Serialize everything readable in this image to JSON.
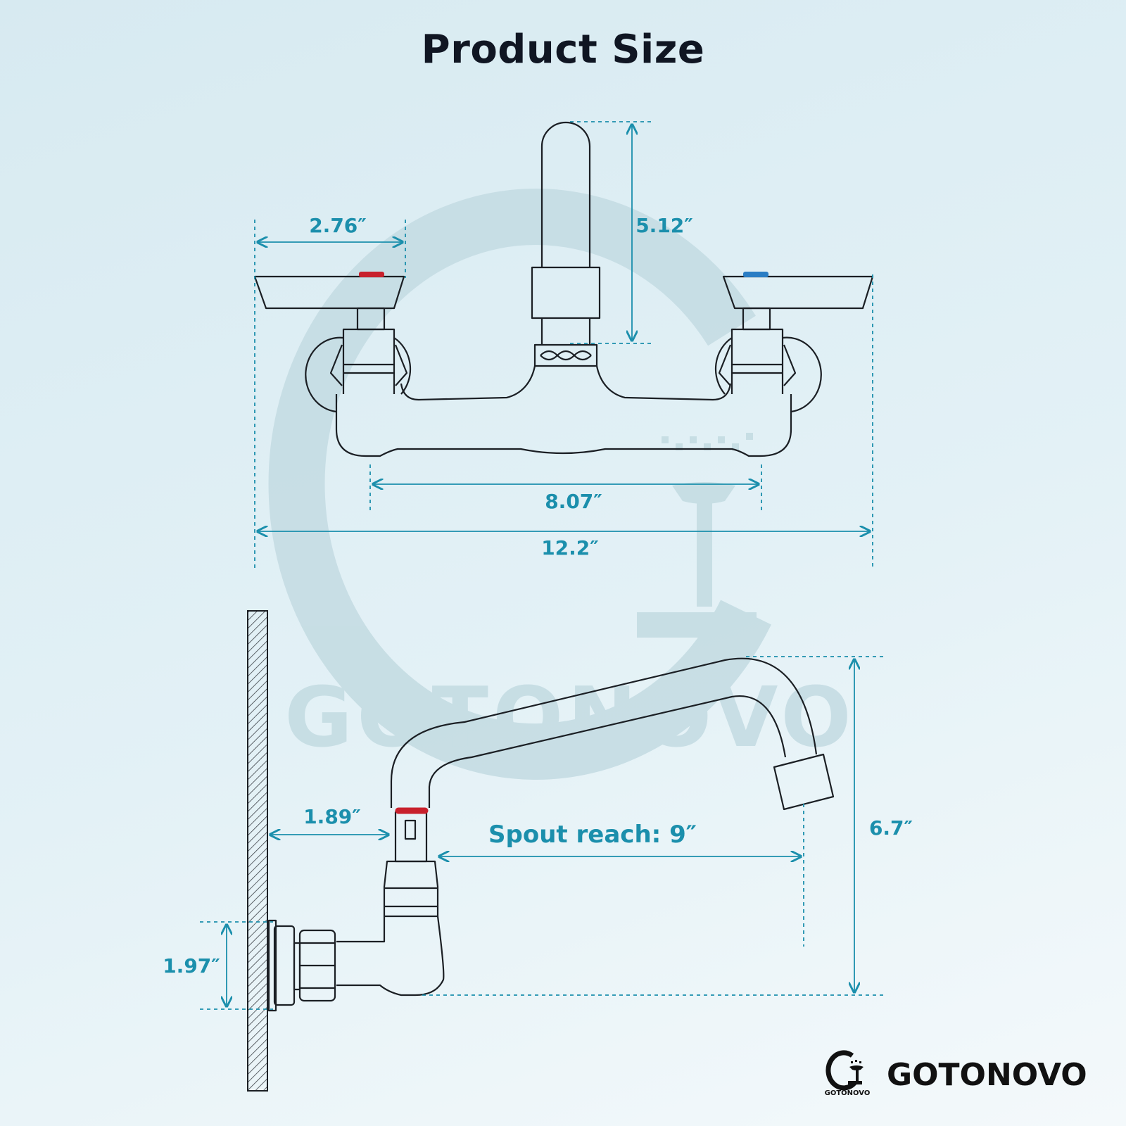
{
  "title": "Product Size",
  "colors": {
    "dimension": "#1b8fac",
    "outline": "#1b1f24",
    "hot": "#c8202c",
    "cold": "#2a7dc4",
    "watermark": "#c3dbe2",
    "title": "#101623"
  },
  "dimensions": {
    "handle_width": "2.76″",
    "spout_height": "5.12″",
    "center_spacing": "8.07″",
    "overall_width": "12.2″",
    "wall_offset": "1.89″",
    "spout_reach": "Spout reach: 9″",
    "total_height": "6.7″",
    "inlet_height": "1.97″"
  },
  "watermark": {
    "text": "GOTONOVO"
  },
  "brand": {
    "name": "GOTONOVO",
    "small": "GOTONOVO",
    "logo_icon": "g-shower-logo-icon"
  }
}
